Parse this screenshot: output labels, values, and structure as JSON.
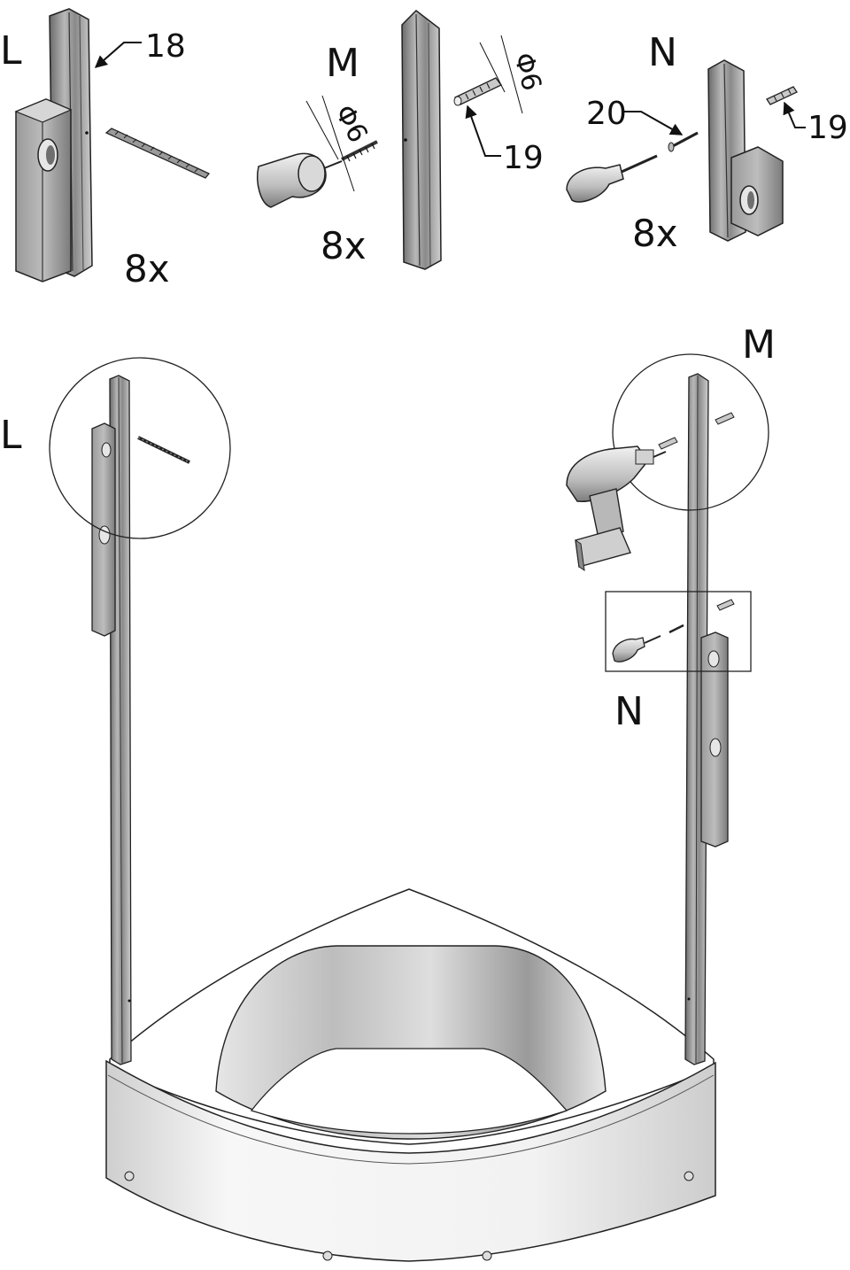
{
  "labels": {
    "step_l": "L",
    "step_m": "M",
    "step_n": "N",
    "detail_l": "L",
    "detail_m": "M",
    "detail_n": "N"
  },
  "parts": {
    "part_18": "18",
    "part_19_m": "19",
    "part_19_n": "19",
    "part_20": "20"
  },
  "counts": {
    "l": "8x",
    "m": "8x",
    "n": "8x"
  },
  "dimensions": {
    "drill_diameter_1": "Φ6",
    "drill_diameter_2": "Φ6"
  },
  "colors": {
    "line": "#111111",
    "profile_light": "#c4c4c4",
    "profile_mid": "#8f8f8f",
    "profile_dark": "#5e5e5e",
    "tray_light": "#f4f4f4",
    "tray_shade": "#a8a8a8"
  },
  "icons": [
    "wall-profile-icon",
    "screw-icon",
    "wall-plug-icon",
    "drill-bit-icon",
    "screwdriver-icon",
    "cordless-drill-icon",
    "shower-tray-icon"
  ]
}
